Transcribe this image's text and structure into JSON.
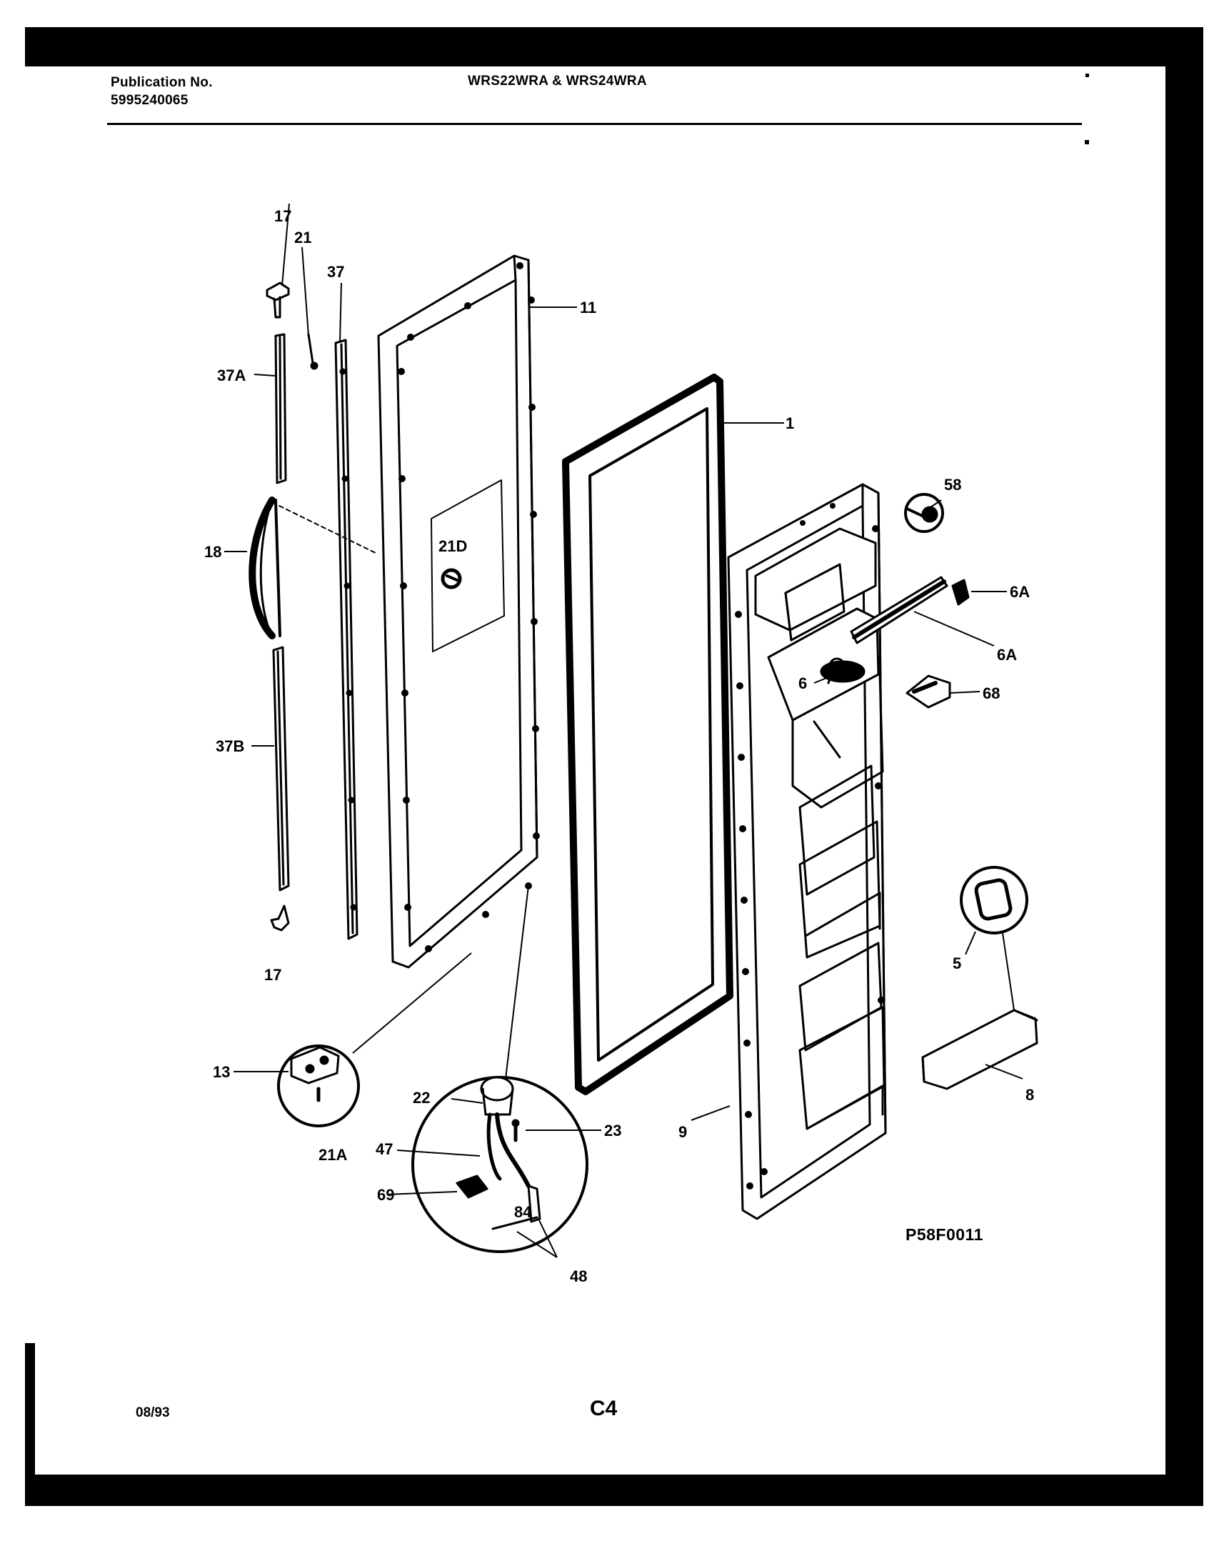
{
  "header": {
    "publication_label": "Publication No.",
    "publication_number": "5995240065",
    "models": "WRS22WRA & WRS24WRA"
  },
  "diagram": {
    "parts": {
      "p17_top": "17",
      "p21": "21",
      "p37": "37",
      "p11": "11",
      "p37A": "37A",
      "p1": "1",
      "p58": "58",
      "p18": "18",
      "p21D": "21D",
      "p6A_clip": "6A",
      "p6A_bar": "6A",
      "p6": "6",
      "p68": "68",
      "p37B": "37B",
      "p5": "5",
      "p17_bottom": "17",
      "p13": "13",
      "p8": "8",
      "p22": "22",
      "p23": "23",
      "p9": "9",
      "p47": "47",
      "p21A": "21A",
      "p69": "69",
      "p84": "84",
      "p48": "48"
    }
  },
  "footer": {
    "date": "08/93",
    "page": "C4",
    "drawing_code": "P58F0011",
    "fine_print_left": "",
    "fine_print_right": ""
  }
}
